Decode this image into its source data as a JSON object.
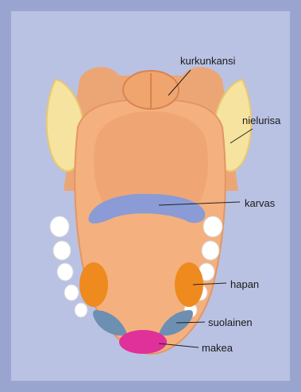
{
  "colors": {
    "background": "#b9c2e3",
    "frame": "#9aa5cf",
    "tongue": "#f4b07e",
    "throat": "#eca676",
    "epiglottis": "#f0a46e",
    "tonsil": "#f6e3a0",
    "teeth": "#ffffff",
    "karvas_zone": "#8a9bd6",
    "hapan_zone": "#ee8a1e",
    "suolainen_zone": "#6c8fb2",
    "makea_zone": "#e0309a"
  },
  "labels": {
    "kurkunkansi": "kurkunkansi",
    "nielurisa": "nielurisa",
    "karvas": "karvas",
    "hapan": "hapan",
    "suolainen": "suolainen",
    "makea": "makea"
  }
}
